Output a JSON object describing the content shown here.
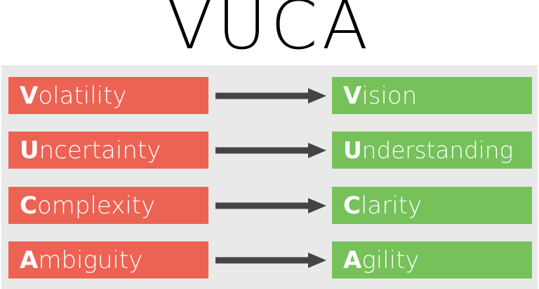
{
  "title": "VUCA",
  "colors": {
    "problem": "#ec6354",
    "solution": "#76c15a",
    "panel": "#e9e9e9",
    "arrow": "#444447",
    "page": "#ffffff",
    "box_text": "#ffffff",
    "title_text": "#000000"
  },
  "rows": [
    {
      "problem": {
        "initial": "V",
        "rest": "olatility",
        "full": "Volatility"
      },
      "arrow": {
        "icon": "arrow-right-icon",
        "direction": "right"
      },
      "solution": {
        "initial": "V",
        "rest": "ision",
        "full": "Vision"
      }
    },
    {
      "problem": {
        "initial": "U",
        "rest": "ncertainty",
        "full": "Uncertainty"
      },
      "arrow": {
        "icon": "arrow-right-icon",
        "direction": "right"
      },
      "solution": {
        "initial": "U",
        "rest": "nderstanding",
        "full": "Understanding"
      }
    },
    {
      "problem": {
        "initial": "C",
        "rest": "omplexity",
        "full": "Complexity"
      },
      "arrow": {
        "icon": "arrow-right-icon",
        "direction": "right"
      },
      "solution": {
        "initial": "C",
        "rest": "larity",
        "full": "Clarity"
      }
    },
    {
      "problem": {
        "initial": "A",
        "rest": "mbiguity",
        "full": "Ambiguity"
      },
      "arrow": {
        "icon": "arrow-right-icon",
        "direction": "right"
      },
      "solution": {
        "initial": "A",
        "rest": "gility",
        "full": "Agility"
      }
    }
  ]
}
